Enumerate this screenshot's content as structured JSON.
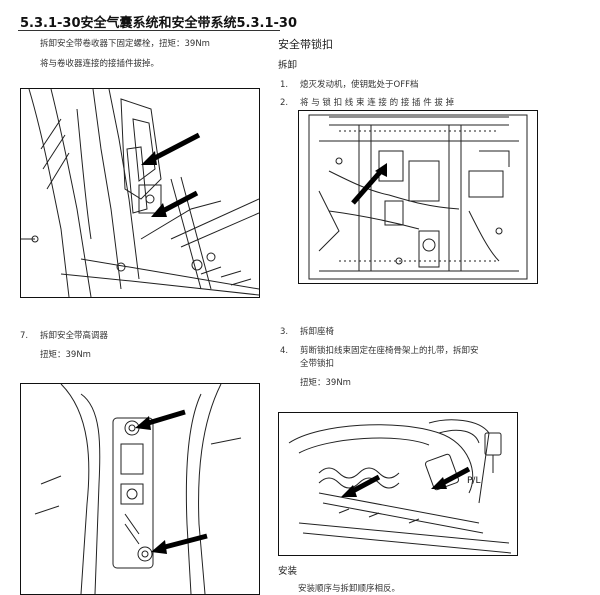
{
  "header": {
    "title": "5.3.1-30安全气囊系统和安全带系统5.3.1-30"
  },
  "left": {
    "line1": "拆卸安全带卷收器下固定螺栓，扭矩：39Nm",
    "line2": "将与卷收器连接的接插件拔掉。",
    "step7": {
      "num": "7.",
      "text": "拆卸安全带高调器"
    },
    "torque": "扭矩：39Nm"
  },
  "right": {
    "section_title": "安全带锁扣",
    "removal_heading": "拆卸",
    "steps": [
      {
        "num": "1.",
        "text": "熄灭发动机，使钥匙处于OFF档"
      },
      {
        "num": "2.",
        "text": "将 与 锁 扣 线 束 连 接 的 接 插 件 拔 掉"
      },
      {
        "num": "3.",
        "text": "拆卸座椅"
      },
      {
        "num": "4.",
        "text": "剪断锁扣线束固定在座椅骨架上的扎带，拆卸安"
      }
    ],
    "step4_cont": "全带锁扣",
    "torque": "扭矩：39Nm",
    "install_heading": "安装",
    "install_text": "安装顺序与拆卸顺序相反。",
    "pl_label": "P/L"
  },
  "colors": {
    "line": "#222222",
    "arrow": "#000000"
  }
}
